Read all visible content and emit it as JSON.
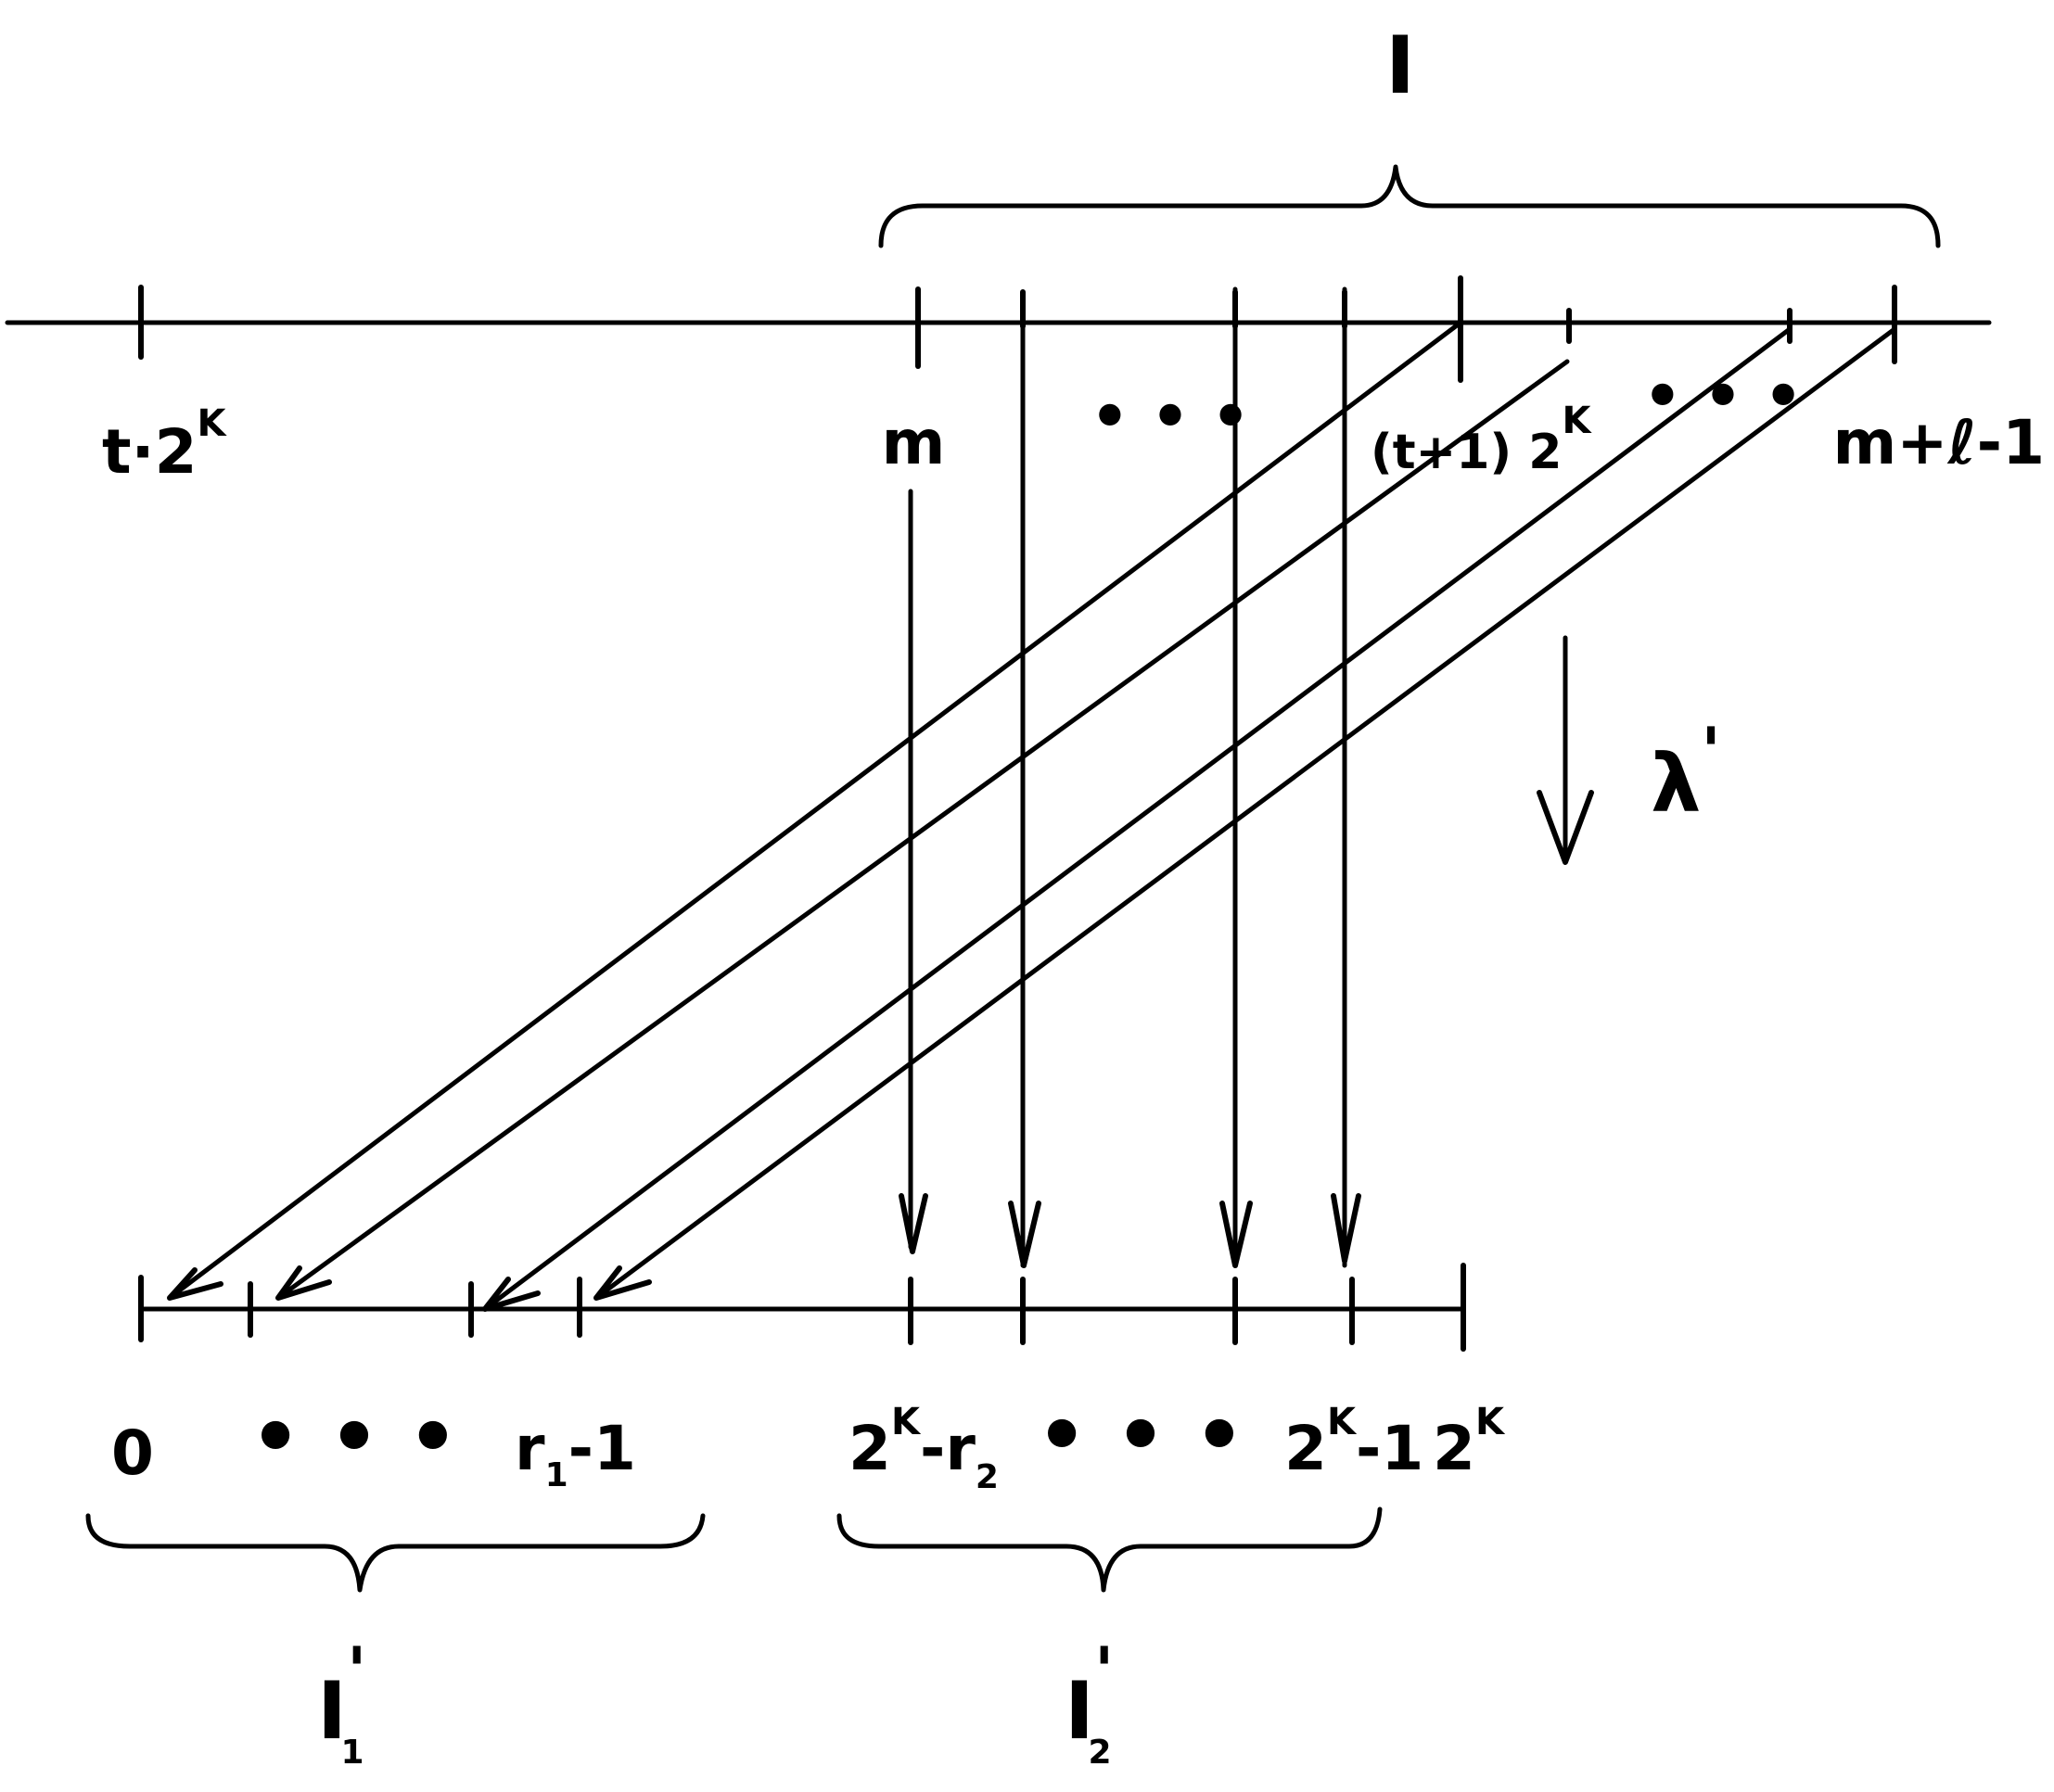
{
  "top_axis": {
    "labels": {
      "t2k_base": "t·2",
      "t2k_exp": "K",
      "m": "m",
      "dots_left": "• • •",
      "t1_2k_base": "(t+1) 2",
      "t1_2k_exp": "K",
      "dots_right": "• • •",
      "m_l_1": "m+ℓ-1"
    },
    "brace_label": "I"
  },
  "map": {
    "symbol": "λ",
    "prime": "'"
  },
  "bottom_axis": {
    "labels": {
      "zero": "0",
      "dots_left": "• • •",
      "r1_base": "r",
      "r1_sub": "1",
      "r1_tail": "-1",
      "d2_base": "2",
      "d2_exp": "K",
      "d2_mid": "-r",
      "d2_sub": "2",
      "dots_right": "• • •",
      "e_base": "2",
      "e_exp": "K",
      "e_tail": "-1",
      "end_base": "2",
      "end_exp": "K"
    },
    "brace1": {
      "label": "I",
      "prime": "'",
      "sub": "1"
    },
    "brace2": {
      "label": "I",
      "prime": "'",
      "sub": "2"
    }
  }
}
